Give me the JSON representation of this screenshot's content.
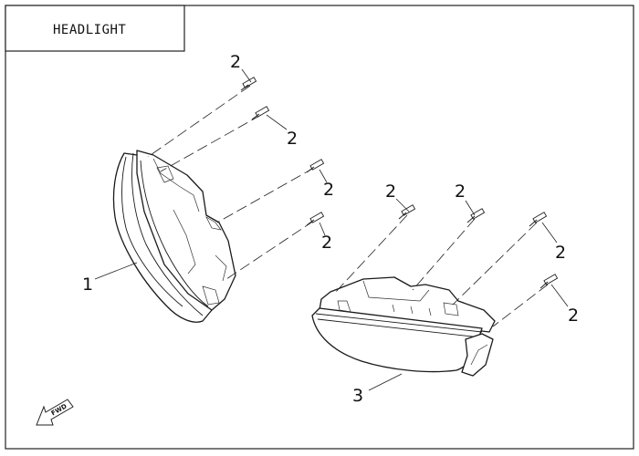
{
  "title": "HEADLIGHT",
  "callouts": {
    "c1": "1",
    "c2a": "2",
    "c2b": "2",
    "c2c": "2",
    "c2d": "2",
    "c2e": "2",
    "c2f": "2",
    "c2g": "2",
    "c2h": "2",
    "c3": "3"
  },
  "direction_label": "FWD",
  "colors": {
    "ink": "#1a1a1a",
    "background": "#ffffff"
  }
}
